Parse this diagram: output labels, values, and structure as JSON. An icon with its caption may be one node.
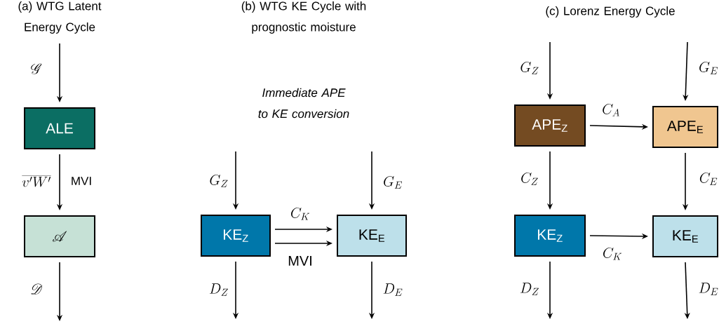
{
  "diagram": {
    "nodes": [
      {
        "text": [
          "ALE"
        ]
      },
      {
        "text": [
          "\\mathscr{A}"
        ]
      },
      {
        "text": [
          "KE$_{Z}$"
        ]
      },
      {
        "text": [
          "KE$_{E}$"
        ]
      },
      {
        "text": [
          "APE$_{Z}$"
        ]
      },
      {
        "text": [
          "APE$_{E}$"
        ]
      },
      {
        "text": [
          "KE$_{Z}$"
        ]
      },
      {
        "text": [
          "KE$_{E}$"
        ]
      }
    ],
    "edges": [
      {
        "from": null,
        "to": 0,
        "arrow": "to",
        "label": "\\mathscr{G}"
      },
      {
        "from": 0,
        "to": 1,
        "arrow": "to",
        "label": "\\overline{v'W'}"
      },
      {
        "from": 1,
        "to": null,
        "arrow": "to",
        "label": "\\mathscr{D}"
      },
      {
        "from": null,
        "to": 2,
        "arrow": "to",
        "label": "G_Z"
      },
      {
        "from": null,
        "to": 3,
        "arrow": "to",
        "label": "G_E"
      },
      {
        "from": 2,
        "to": 3,
        "arrow": "to",
        "label": "C_K"
      },
      {
        "from": 2,
        "to": 3,
        "arrow": "to",
        "label": "MVI"
      },
      {
        "from": 2,
        "to": null,
        "arrow": "to",
        "label": "D_Z"
      },
      {
        "from": 3,
        "to": null,
        "arrow": "to",
        "label": "D_E"
      },
      {
        "from": null,
        "to": 4,
        "arrow": "to",
        "label": "G_Z"
      },
      {
        "from": null,
        "to": 5,
        "arrow": "to",
        "label": "G_E"
      },
      {
        "from": 4,
        "to": 5,
        "arrow": "to",
        "label": "C_A"
      },
      {
        "from": 4,
        "to": 6,
        "arrow": "to",
        "label": "C_Z"
      },
      {
        "from": 5,
        "to": 7,
        "arrow": "to",
        "label": "C_E"
      },
      {
        "from": 6,
        "to": 7,
        "arrow": "to",
        "label": "C_K"
      },
      {
        "from": 6,
        "to": null,
        "arrow": "to",
        "label": "D_Z"
      },
      {
        "from": 7,
        "to": null,
        "arrow": "to",
        "label": "D_E"
      }
    ],
    "labels": [
      "(a) WTG Latent Energy Cycle",
      "(b) WTG KE Cycle with prognostic moisture",
      "Immediate APE to KE conversion",
      "(c) Lorenz Energy Cycle",
      "MVI"
    ]
  }
}
